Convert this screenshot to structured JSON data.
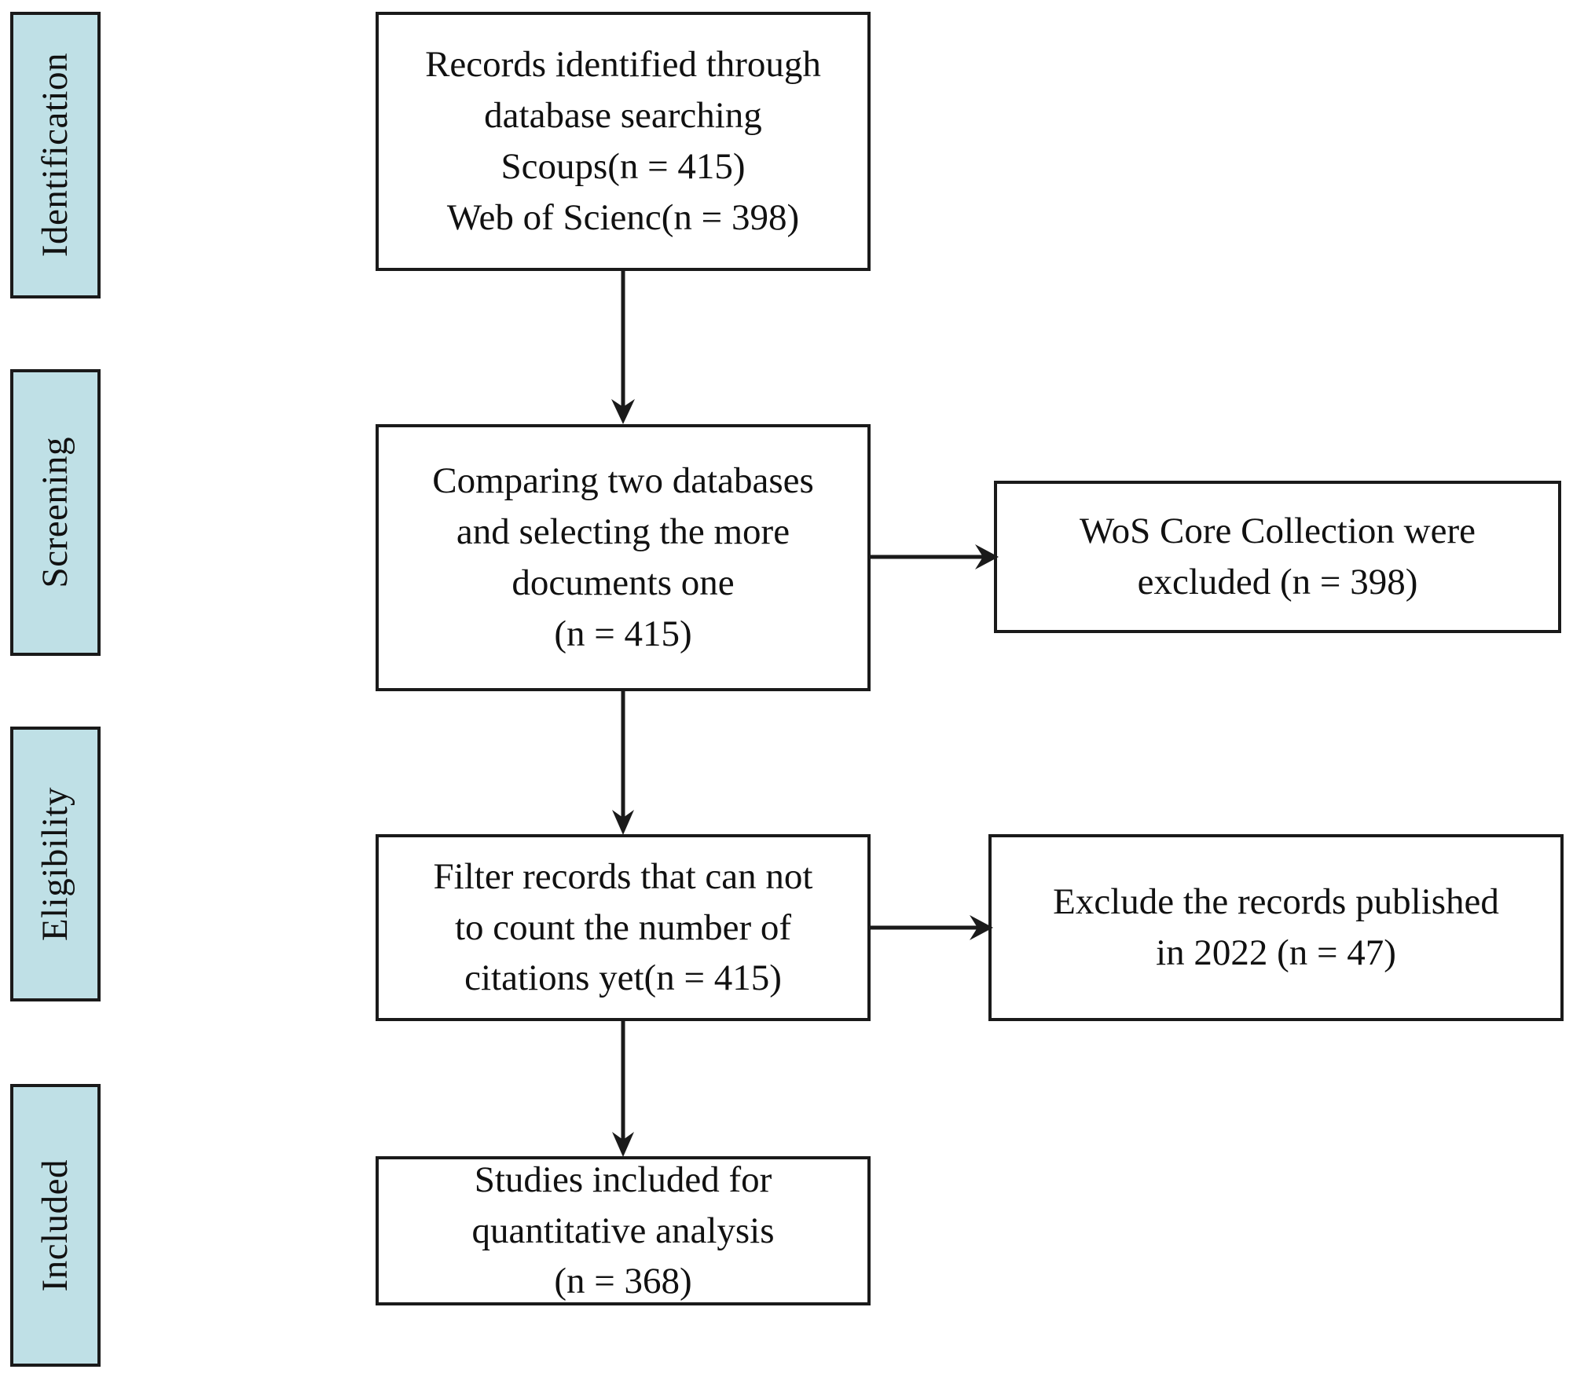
{
  "diagram": {
    "title": "PRISMA study selection flow diagram",
    "accent_color": "#bfe0e6",
    "line_color": "#1a1a1a",
    "background_color": "#ffffff"
  },
  "stages": [
    {
      "id": "identification",
      "label": "Identification"
    },
    {
      "id": "screening",
      "label": "Screening"
    },
    {
      "id": "eligibility",
      "label": "Eligibility"
    },
    {
      "id": "included",
      "label": "Included"
    }
  ],
  "flow_boxes": {
    "identified": {
      "text": "Records identified through\ndatabase searching\nScoups(n = 415)\nWeb of Scienc(n = 398)",
      "lines": [
        "Records identified through",
        "database searching",
        "Scoups(n = 415)",
        "Web of Scienc(n = 398)"
      ],
      "counts": {
        "scopus": 415,
        "web_of_science": 398
      }
    },
    "comparing": {
      "text": "Comparing two databases\nand selecting the more\ndocuments one\n(n = 415)",
      "lines": [
        "Comparing two databases",
        "and selecting the more",
        "documents one",
        "(n = 415)"
      ],
      "counts": {
        "n": 415
      }
    },
    "wos_excluded": {
      "text": "WoS Core Collection were\nexcluded (n = 398)",
      "lines": [
        "WoS Core Collection were",
        "excluded (n = 398)"
      ],
      "counts": {
        "n": 398
      }
    },
    "filter": {
      "text": "Filter records that can not\nto count the number of\ncitations yet(n = 415)",
      "lines": [
        "Filter records that can not",
        "to count the number of",
        "citations yet(n = 415)"
      ],
      "counts": {
        "n": 415
      }
    },
    "exclude_2022": {
      "text": "Exclude the records published\nin 2022 (n = 47)",
      "lines": [
        "Exclude the records published",
        "in 2022 (n = 47)"
      ],
      "counts": {
        "n": 47
      }
    },
    "included": {
      "text": "Studies included for\nquantitative analysis\n(n = 368)",
      "lines": [
        "Studies included for",
        "quantitative analysis",
        "(n = 368)"
      ],
      "counts": {
        "n": 368
      }
    }
  },
  "connectors": [
    {
      "id": "identified-to-comparing",
      "from": "identified",
      "to": "comparing",
      "direction": "down"
    },
    {
      "id": "comparing-to-wos",
      "from": "comparing",
      "to": "wos_excluded",
      "direction": "right"
    },
    {
      "id": "comparing-to-filter",
      "from": "comparing",
      "to": "filter",
      "direction": "down"
    },
    {
      "id": "filter-to-exclude",
      "from": "filter",
      "to": "exclude_2022",
      "direction": "right"
    },
    {
      "id": "filter-to-included",
      "from": "filter",
      "to": "included",
      "direction": "down"
    }
  ]
}
